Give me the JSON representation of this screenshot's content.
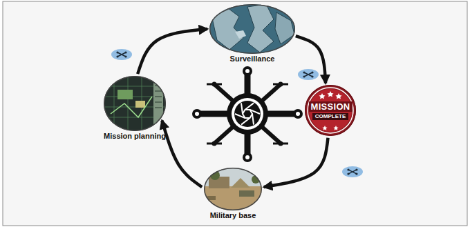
{
  "diagram": {
    "nodes": [
      {
        "text": [
          "Surveillance"
        ]
      },
      {
        "text": [
          "Mission planning"
        ]
      },
      {
        "text": [
          "MISSION",
          "COMPLETE"
        ]
      },
      {
        "text": [
          "Military base"
        ]
      }
    ],
    "edges": [
      {
        "from": 0,
        "to": 2,
        "arrow": "to"
      },
      {
        "from": 2,
        "to": 3,
        "arrow": "to"
      },
      {
        "from": 3,
        "to": 1,
        "arrow": "to"
      },
      {
        "from": 1,
        "to": 0,
        "arrow": "to"
      }
    ]
  }
}
